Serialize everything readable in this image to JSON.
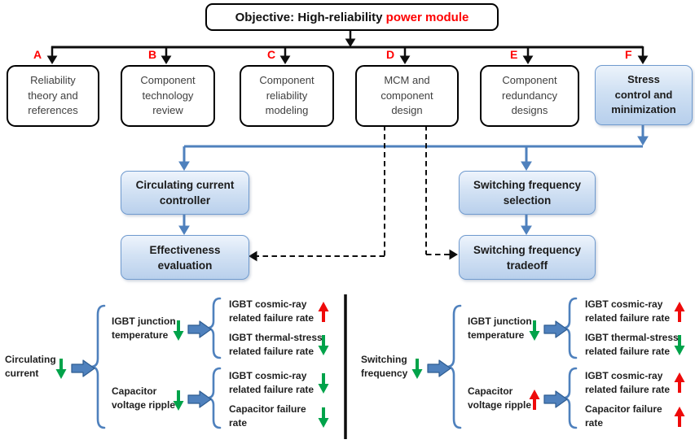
{
  "title": {
    "prefix": "Objective: High-reliability ",
    "highlight": "power module"
  },
  "branches": [
    {
      "letter": "A",
      "label": "Reliability\ntheory and\nreferences",
      "highlighted": false
    },
    {
      "letter": "B",
      "label": "Component\ntechnology\nreview",
      "highlighted": false
    },
    {
      "letter": "C",
      "label": "Component\nreliability\nmodeling",
      "highlighted": false
    },
    {
      "letter": "D",
      "label": "MCM and\ncomponent\ndesign",
      "highlighted": false
    },
    {
      "letter": "E",
      "label": "Component\nredundancy\ndesigns",
      "highlighted": false
    },
    {
      "letter": "F",
      "label": "Stress\ncontrol and\nminimization",
      "highlighted": true
    }
  ],
  "flow": {
    "circulating_controller": "Circulating current\ncontroller",
    "effectiveness": "Effectiveness\nevaluation",
    "switching_selection": "Switching frequency\nselection",
    "switching_tradeoff": "Switching frequency\ntradeoff"
  },
  "trees": [
    {
      "root": {
        "label": "Circulating\ncurrent",
        "trend": "down"
      },
      "branches": [
        {
          "label": "IGBT junction\ntemperature",
          "trend": "down",
          "leaves": [
            {
              "label": "IGBT cosmic-ray\nrelated failure rate",
              "trend": "up"
            },
            {
              "label": "IGBT thermal-stress\nrelated failure rate",
              "trend": "down"
            }
          ]
        },
        {
          "label": "Capacitor\nvoltage ripple",
          "trend": "down",
          "leaves": [
            {
              "label": "IGBT cosmic-ray\nrelated failure rate",
              "trend": "down"
            },
            {
              "label": "Capacitor failure\nrate",
              "trend": "down"
            }
          ]
        }
      ]
    },
    {
      "root": {
        "label": "Switching\nfrequency",
        "trend": "down"
      },
      "branches": [
        {
          "label": "IGBT junction\ntemperature",
          "trend": "down",
          "leaves": [
            {
              "label": "IGBT cosmic-ray\nrelated failure rate",
              "trend": "up"
            },
            {
              "label": "IGBT thermal-stress\nrelated failure rate",
              "trend": "down"
            }
          ]
        },
        {
          "label": "Capacitor\nvoltage ripple",
          "trend": "up",
          "leaves": [
            {
              "label": "IGBT cosmic-ray\nrelated failure rate",
              "trend": "up"
            },
            {
              "label": "Capacitor failure\nrate",
              "trend": "up"
            }
          ]
        }
      ]
    }
  ],
  "colors": {
    "accent_blue": "#4f81bd",
    "box_blue_border": "#6f9ace",
    "trend_up_red": "#ee0a0a",
    "trend_down_green": "#00a34a",
    "highlight_red": "#fe0000",
    "line_black": "#0d0d0d"
  }
}
